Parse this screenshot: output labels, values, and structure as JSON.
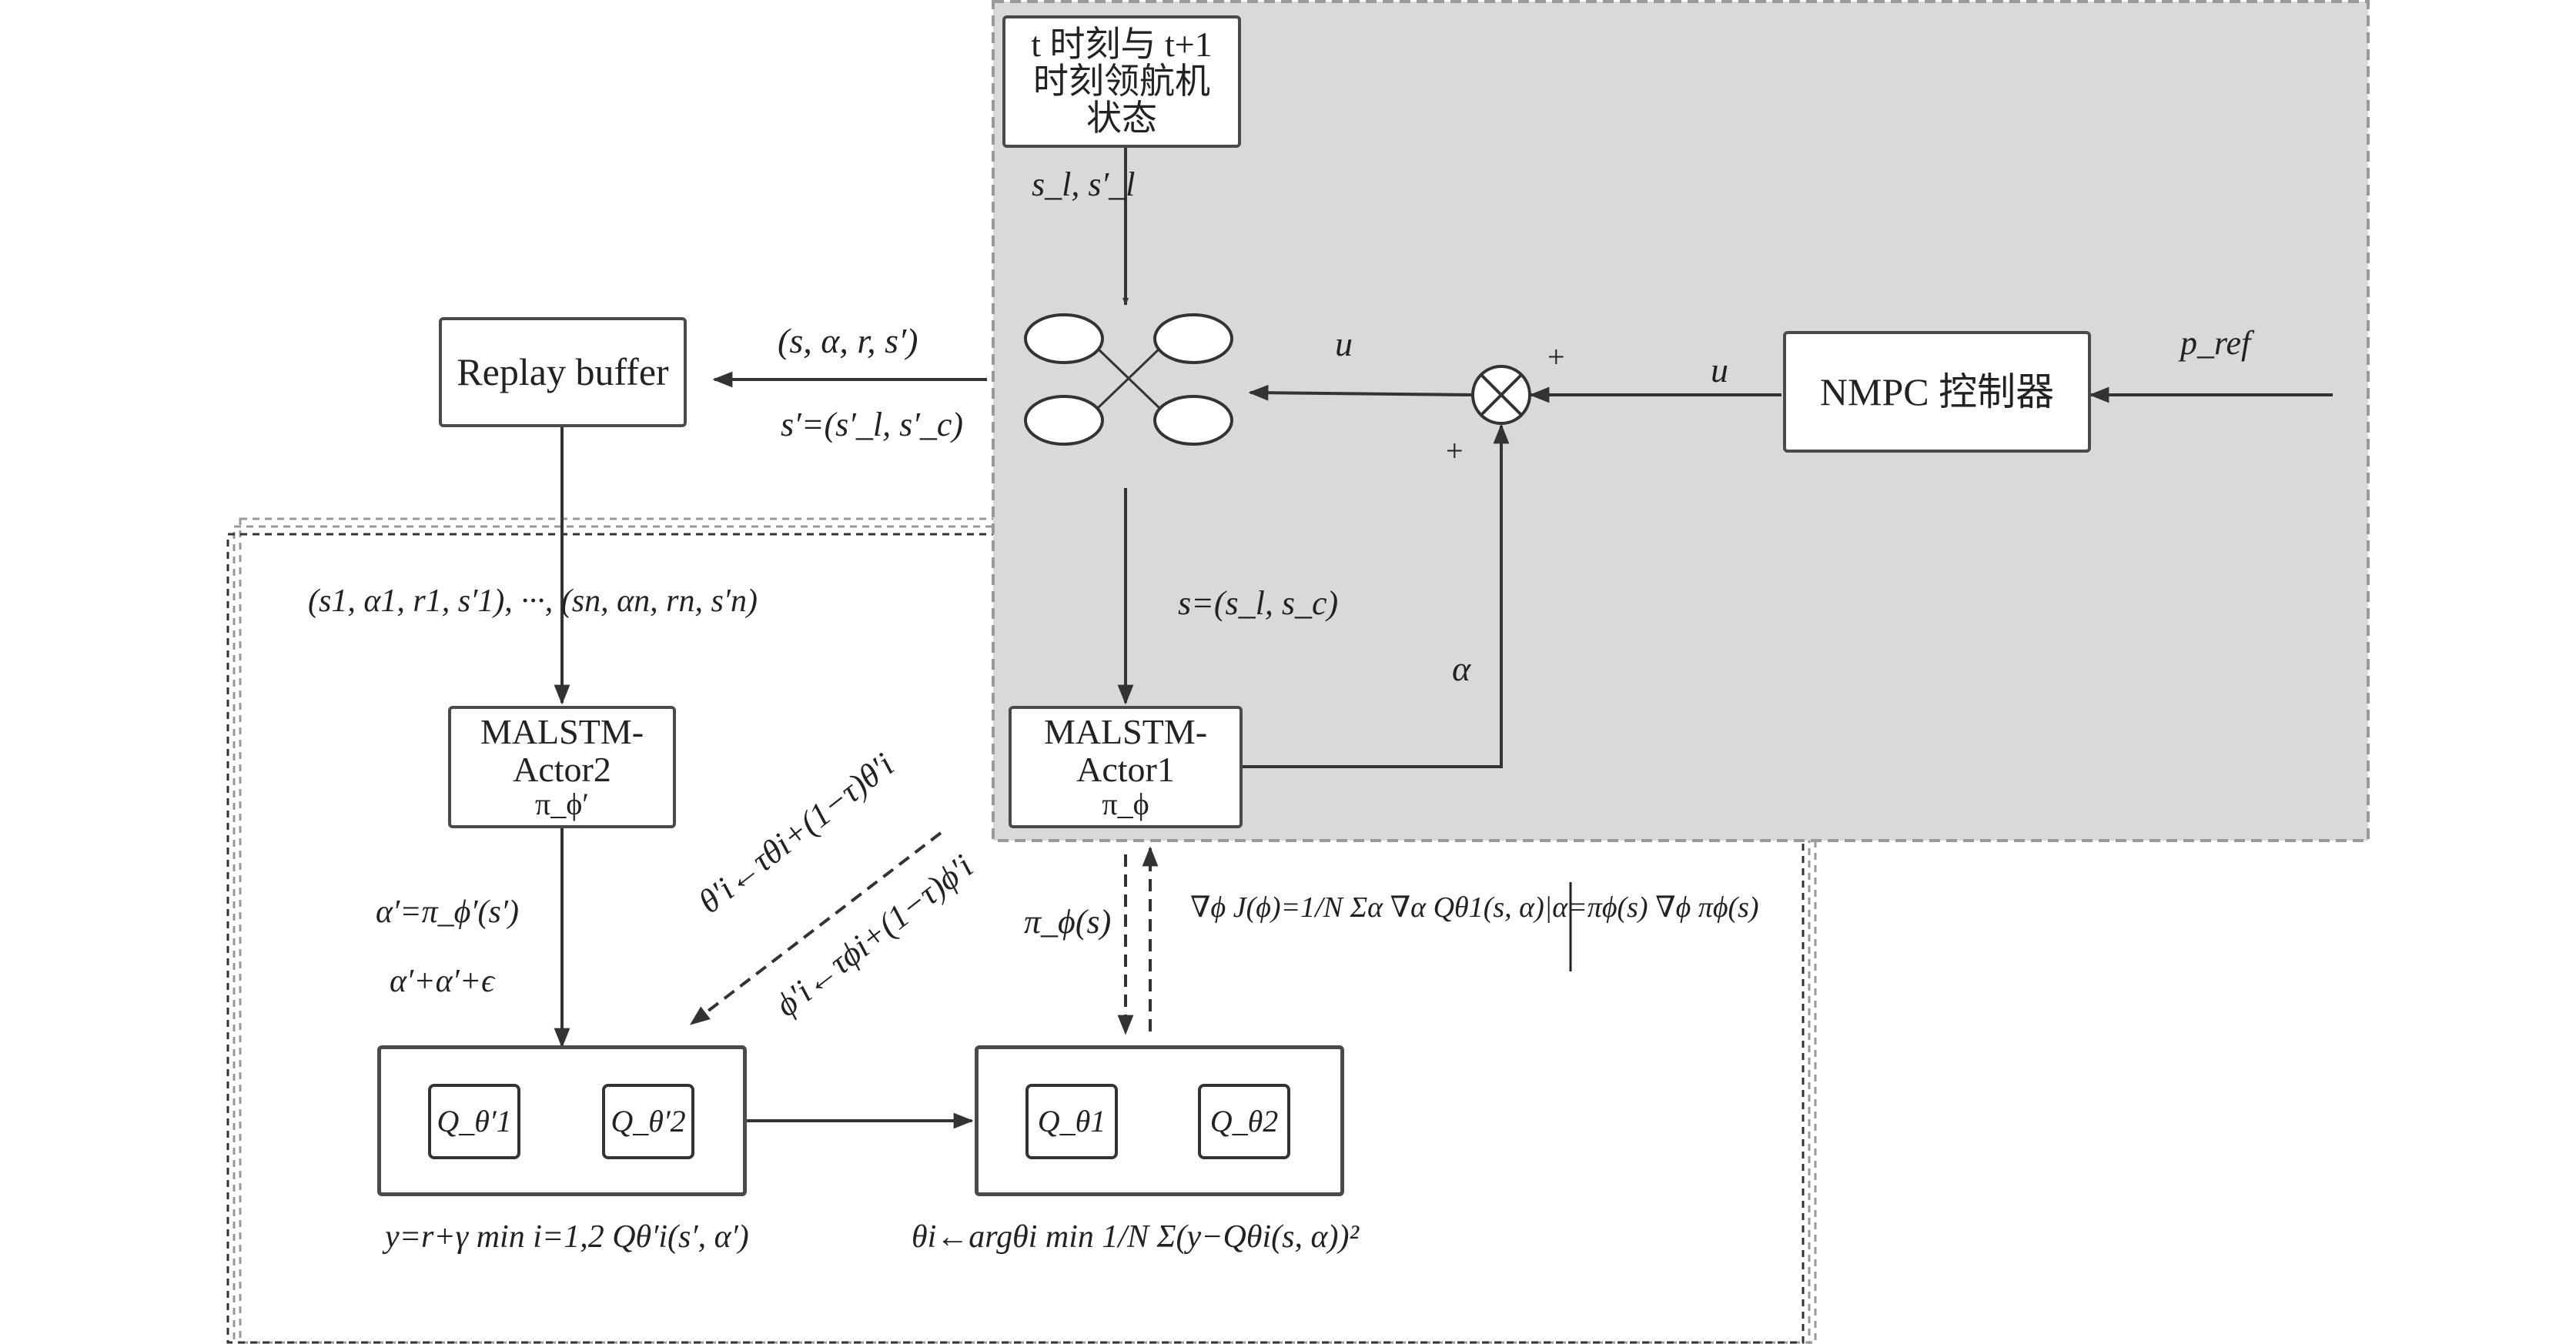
{
  "colors": {
    "gray_panel": "#d9d9d9",
    "line": "#333333",
    "dashed_border": "#9a9a9a"
  },
  "boxes": {
    "leader_state": [
      "t 时刻与 t+1",
      "时刻领航机",
      "状态"
    ],
    "replay_buffer": "Replay buffer",
    "nmpc": "NMPC 控制器",
    "actor1": [
      "MALSTM-",
      "Actor1",
      "π_ϕ"
    ],
    "actor2": [
      "MALSTM-",
      "Actor2",
      "π_ϕ′"
    ],
    "q_target": [
      "Q_θ′1",
      "Q_θ′2"
    ],
    "q_online": [
      "Q_θ1",
      "Q_θ2"
    ]
  },
  "labels": {
    "s_l_s_l_prime": "s_l, s′_l",
    "transition": "(s, α, r, s′)",
    "s_prime_def": "s′=(s′_l, s′_c)",
    "u_left": "u",
    "u_right": "u",
    "p_ref": "p_ref",
    "plus_top": "+",
    "plus_bottom": "+",
    "s_def": "s=(s_l, s_c)",
    "alpha": "α",
    "minibatch": "(s1, α1, r1, s′1), ···, (sn, αn, rn, s′n)",
    "alpha_prime": "α′=π_ϕ′(s′)",
    "alpha_noise": "α′+α′+ϵ",
    "theta_update": "θ′i←τθi+(1−τ)θ′i",
    "phi_update": "ϕ′i←τϕi+(1−τ)ϕ′i",
    "pi_phi_s": "π_ϕ(s)",
    "policy_gradient": "∇ϕ J(ϕ)=1/N Σα ∇α Qθ1(s, α)|α=πϕ(s) ∇ϕ πϕ(s)",
    "target_y": "y=r+γ min i=1,2 Qθ′i(s′, α′)",
    "critic_update": "θi←argθi min 1/N Σ(y−Qθi(s, α))²"
  }
}
